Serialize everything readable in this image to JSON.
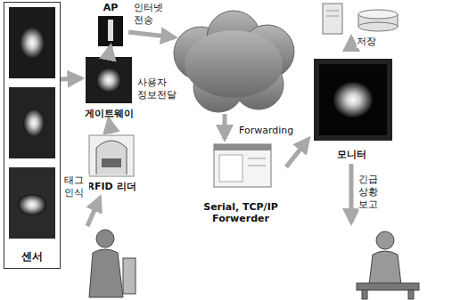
{
  "diagram": {
    "nodes": [
      {
        "text": [
          "센서"
        ]
      },
      {
        "text": [
          "AP"
        ]
      },
      {
        "text": [
          "게이트웨이"
        ]
      },
      {
        "text": [
          "RFID 리더"
        ]
      },
      {
        "text": [
          "Serial, TCP/IP Forwerder"
        ]
      },
      {
        "text": [
          "모니터"
        ]
      }
    ],
    "edges": [
      {
        "from": 0,
        "to": 2,
        "arrow": "to"
      },
      {
        "from": 2,
        "to": 1,
        "arrow": "to"
      },
      {
        "from": 3,
        "to": 2,
        "label": "사용자 정보전달",
        "arrow": "to"
      },
      {
        "from": 4,
        "to": 5,
        "label": "Forwarding",
        "arrow": "to"
      }
    ],
    "labels": [
      "인터넷 전송",
      "태그 인식",
      "저장",
      "긴급 상황 보고"
    ]
  }
}
